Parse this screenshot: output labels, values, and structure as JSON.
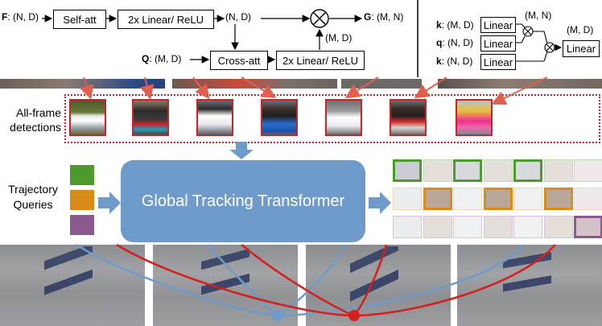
{
  "top_left": {
    "f_input": {
      "sym": "F",
      "dims": ": (N, D)"
    },
    "self_att": "Self-att",
    "linear_relu_1": "2x Linear/ ReLU",
    "mid_dims": "(N, D)",
    "g_output": {
      "sym": "G",
      "dims": ": (M, N)"
    },
    "q_input": {
      "sym": "Q",
      "dims": ": (M, D)"
    },
    "cross_att": "Cross-att",
    "linear_relu_2": "2x Linear/ ReLU",
    "md_dims": "(M, D)"
  },
  "top_right": {
    "k1": {
      "sym": "k",
      "dims": ": (M, D)"
    },
    "q": {
      "sym": "q",
      "dims": ": (N, D)"
    },
    "k2": {
      "sym": "k",
      "dims": ": (N, D)"
    },
    "linear_label": "Linear",
    "mn_dims": "(M, N)",
    "md_dims": "(M, D)"
  },
  "middle": {
    "all_frame_label": "All-frame\ndetections",
    "trajectory_label": "Trajectory\nQueries",
    "transformer_label": "Global Tracking Transformer"
  },
  "colors": {
    "detection_border": "#c8242b",
    "transformer_fill": "#6f9bcb",
    "arrow": "#6f9bcb",
    "query_green": "#4f9a2f",
    "query_orange": "#d98c1c",
    "query_purple": "#8a5a8f",
    "track_blue": "#6f9bcb",
    "track_red": "#d62020"
  },
  "icons": [
    "multiply-circle-icon",
    "down-arrow-icon",
    "right-arrow-icon"
  ]
}
